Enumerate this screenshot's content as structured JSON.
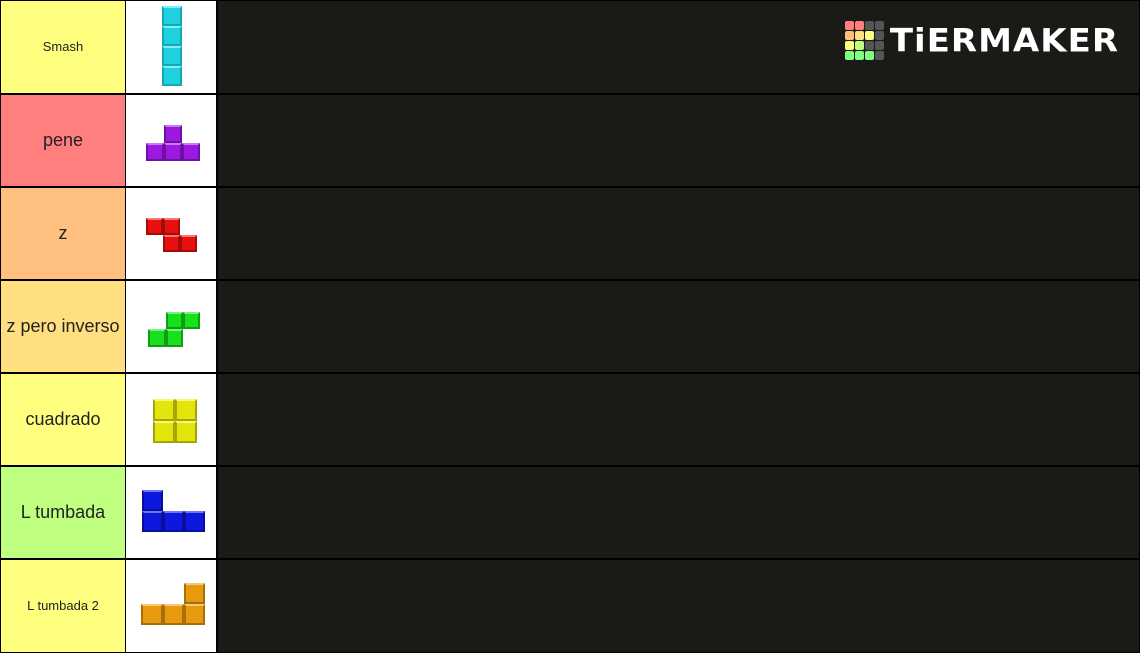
{
  "logo": {
    "text": "TiERMAKER",
    "grid_colors": [
      "#ff7f7f",
      "#ff7f7f",
      "#444444",
      "#444444",
      "#ffbf7f",
      "#ffdf7f",
      "#ffff7f",
      "#444444",
      "#ffff7f",
      "#bfff7f",
      "#444444",
      "#444444",
      "#7fff7f",
      "#7fff7f",
      "#7fff7f",
      "#444444"
    ]
  },
  "tiers": [
    {
      "label": "Smash",
      "color": "#ffff7f",
      "piece": "i-piece-icon",
      "piece_color": "#21d0e0"
    },
    {
      "label": "pene",
      "color": "#ff7f7f",
      "piece": "t-piece-icon",
      "piece_color": "#9b19e0"
    },
    {
      "label": "z",
      "color": "#ffbf7f",
      "piece": "z-piece-icon",
      "piece_color": "#e80f0f"
    },
    {
      "label": "z pero inverso",
      "color": "#ffdf7f",
      "piece": "s-piece-icon",
      "piece_color": "#19e01d"
    },
    {
      "label": "cuadrado",
      "color": "#ffff7f",
      "piece": "o-piece-icon",
      "piece_color": "#e5e50e"
    },
    {
      "label": "L tumbada",
      "color": "#bfff7f",
      "piece": "j-piece-icon",
      "piece_color": "#0c18dd"
    },
    {
      "label": "L tumbada 2",
      "color": "#ffff7f",
      "piece": "l-piece-icon",
      "piece_color": "#e89a0e"
    }
  ]
}
